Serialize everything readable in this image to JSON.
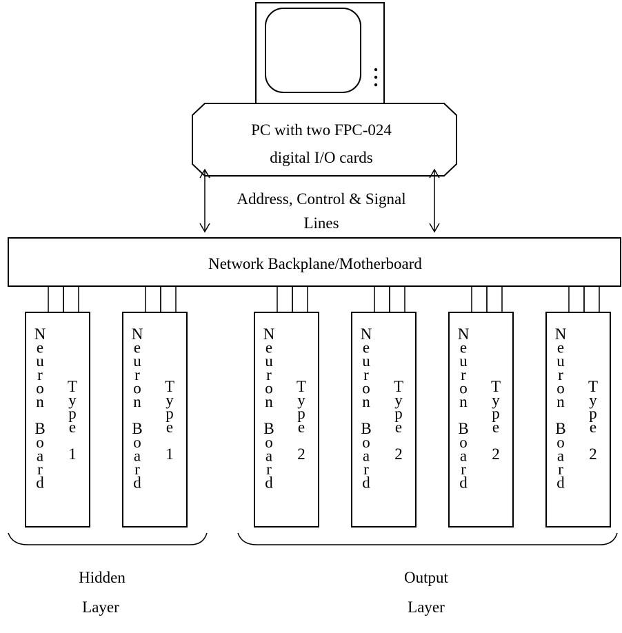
{
  "pc": {
    "label_line1": "PC with two FPC-024",
    "label_line2": "digital I/O cards"
  },
  "bus": {
    "label_line1": "Address, Control & Signal",
    "label_line2": "Lines"
  },
  "backplane": {
    "label": "Network Backplane/Motherboard"
  },
  "boards": [
    {
      "name": "Neuron Board",
      "type_label": "Type",
      "type_number": "1"
    },
    {
      "name": "Neuron Board",
      "type_label": "Type",
      "type_number": "1"
    },
    {
      "name": "Neuron Board",
      "type_label": "Type",
      "type_number": "2"
    },
    {
      "name": "Neuron Board",
      "type_label": "Type",
      "type_number": "2"
    },
    {
      "name": "Neuron Board",
      "type_label": "Type",
      "type_number": "2"
    },
    {
      "name": "Neuron Board",
      "type_label": "Type",
      "type_number": "2"
    }
  ],
  "layers": {
    "hidden": {
      "line1": "Hidden",
      "line2": "Layer"
    },
    "output": {
      "line1": "Output",
      "line2": "Layer"
    }
  }
}
